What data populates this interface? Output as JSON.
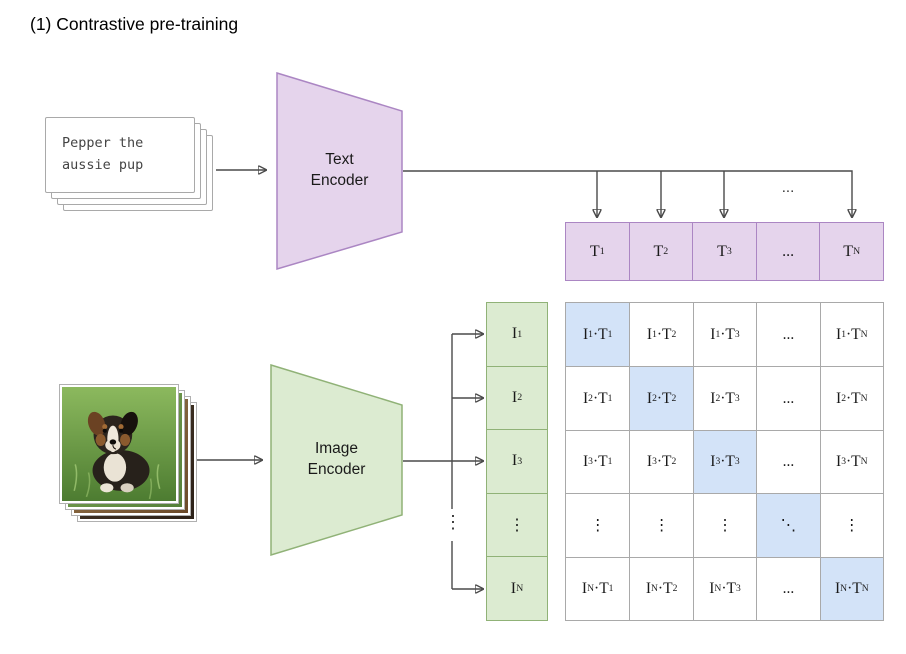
{
  "title": "(1) Contrastive pre-training",
  "text_stack": {
    "caption": "Pepper the aussie pup"
  },
  "text_encoder": {
    "label_lines": [
      "Text",
      "Encoder"
    ]
  },
  "image_encoder": {
    "label_lines": [
      "Image",
      "Encoder"
    ]
  },
  "labels": {
    "ellipsis": "...",
    "vdots": "⋮"
  },
  "text_embeddings": [
    "T_1",
    "T_2",
    "T_3",
    "...",
    "T_N"
  ],
  "image_embeddings": [
    "I_1",
    "I_2",
    "I_3",
    "⋮",
    "I_N"
  ],
  "similarity_matrix": {
    "highlight": "diagonal",
    "rows": [
      [
        "I_1·T_1",
        "I_1·T_2",
        "I_1·T_3",
        "...",
        "I_1·T_N"
      ],
      [
        "I_2·T_1",
        "I_2·T_2",
        "I_2·T_3",
        "...",
        "I_2·T_N"
      ],
      [
        "I_3·T_1",
        "I_3·T_2",
        "I_3·T_3",
        "...",
        "I_3·T_N"
      ],
      [
        "⋮",
        "⋮",
        "⋮",
        "⋱",
        "⋮"
      ],
      [
        "I_N·T_1",
        "I_N·T_2",
        "I_N·T_3",
        "...",
        "I_N·T_N"
      ]
    ]
  },
  "colors": {
    "purple_fill": "#e5d4ec",
    "purple_border": "#ab86c3",
    "green_fill": "#dcebd1",
    "green_border": "#90b277",
    "diag_fill": "#d3e3f8",
    "grid_border": "#a9a9a9",
    "arrow": "#4a4a4a"
  }
}
